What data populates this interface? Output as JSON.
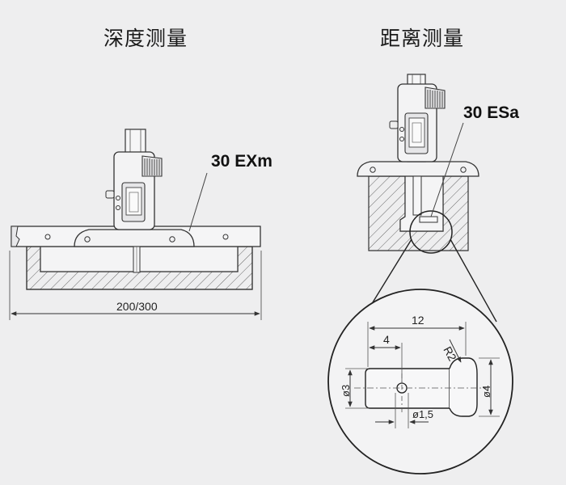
{
  "titles": {
    "left": "深度测量",
    "right": "距离测量"
  },
  "labels": {
    "model_left": "30 EXm",
    "model_right": "30 ESa",
    "width_dimension": "200/300",
    "dim_total": "12",
    "dim_step": "4",
    "dim_radius": "R2",
    "dim_diameter_left": "ø3",
    "dim_diameter_right": "ø4",
    "dim_hole": "ø1,5"
  },
  "colors": {
    "background": "#eeeeef",
    "line": "#333333",
    "hatch": "#666666"
  }
}
